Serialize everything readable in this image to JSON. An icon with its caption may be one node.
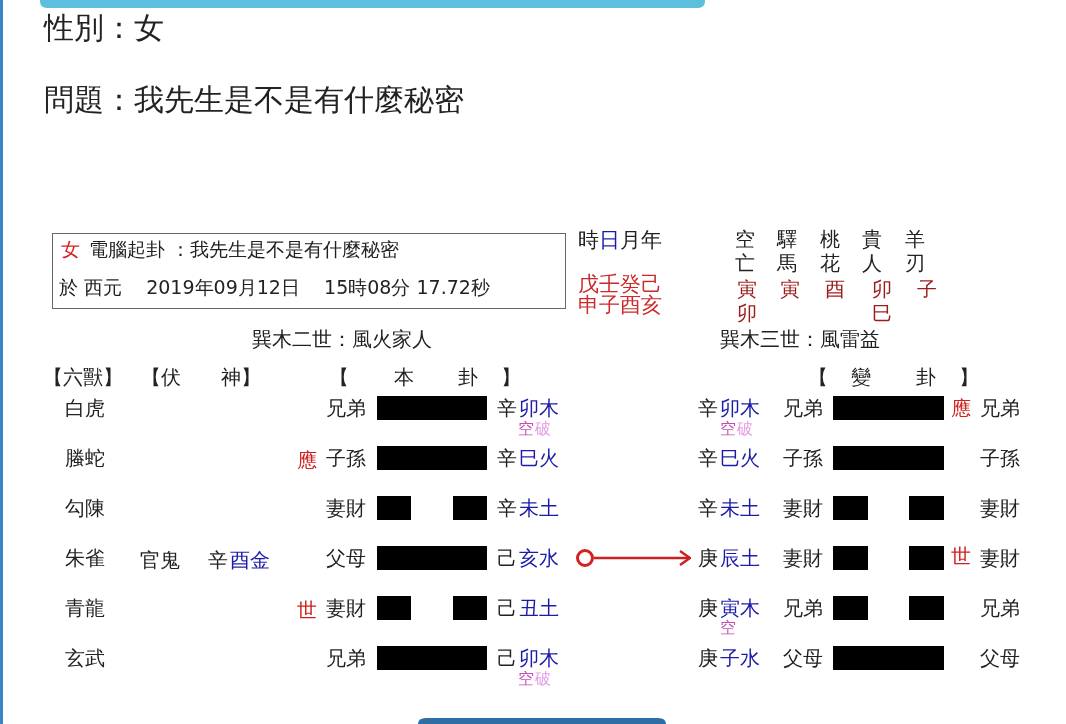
{
  "diagram": {
    "nodes": [
      {
        "text": [
          "女",
          "電腦起卦 ：我先生是不是有什麼秘密",
          "於 西元    2019年09月12日    15時08分 17.72秒"
        ]
      },
      {
        "text": [],
        "shape": "circle"
      },
      {
        "text": [
          "庚",
          "辰土"
        ]
      }
    ],
    "edges": [
      {
        "from": 1,
        "to": 2,
        "arrow": "to",
        "color": "#cc2020"
      }
    ],
    "labels": [
      "性別：女",
      "問題：我先生是不是有什麼秘密",
      "時",
      "日",
      "月",
      "年",
      "空亡",
      "驛馬",
      "桃花",
      "貴人",
      "羊刃",
      "戊壬癸己",
      "寅",
      "寅",
      "酉",
      "卯",
      "子",
      "申子酉亥",
      "卯",
      "巳",
      "巽木二世：風火家人",
      "巽木三世：風雷益",
      "【六獸】",
      "【伏　　神】",
      "【　　本　　卦　】",
      "【　變　　卦　】",
      "白虎",
      "兄弟",
      "辛",
      "卯木",
      "辛",
      "卯木",
      "兄弟",
      "應",
      "兄弟",
      "空",
      "破",
      "空",
      "破",
      "螣蛇",
      "應",
      "子孫",
      "辛",
      "巳火",
      "辛",
      "巳火",
      "子孫",
      "子孫",
      "勾陳",
      "妻財",
      "辛",
      "未土",
      "辛",
      "未土",
      "妻財",
      "妻財",
      "朱雀",
      "官鬼",
      "辛",
      "酉金",
      "父母",
      "己",
      "亥水",
      "妻財",
      "世",
      "妻財",
      "青龍",
      "世",
      "妻財",
      "己",
      "丑土",
      "庚",
      "寅木",
      "兄弟",
      "兄弟",
      "空",
      "玄武",
      "兄弟",
      "己",
      "卯木",
      "庚",
      "子水",
      "父母",
      "父母",
      "空",
      "破"
    ]
  }
}
